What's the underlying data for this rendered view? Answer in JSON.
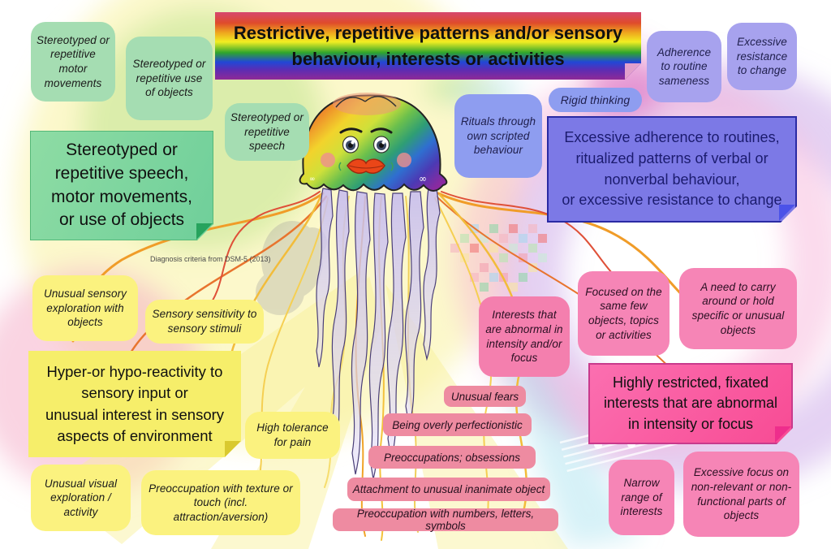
{
  "title": {
    "lines": [
      "Restrictive, repetitive patterns and/or sensory",
      "behaviour, interests or activities"
    ]
  },
  "attribution": "Diagnosis criteria from DSM-5 (2013)",
  "sections": {
    "green": {
      "notes": [
        "Stereotyped or repetitive motor movements",
        "Stereotyped or repetitive use of objects",
        "Stereotyped or repetitive speech"
      ],
      "summary_lines": [
        "Stereotyped or",
        "repetitive speech,",
        "motor movements,",
        "or use of objects"
      ]
    },
    "purple": {
      "notes": [
        "Adherence to routine sameness",
        "Excessive resistance to change",
        "Rigid thinking",
        "Rituals through own scripted behaviour"
      ],
      "summary_lines": [
        "Excessive adherence to routines,",
        "ritualized patterns of verbal or",
        "nonverbal behaviour,",
        "or excessive resistance to change"
      ]
    },
    "yellow": {
      "notes": [
        "Unusual sensory exploration with objects",
        "Sensory sensitivity to sensory stimuli",
        "High tolerance for pain",
        "Unusual visual exploration / activity",
        "Preoccupation with texture or touch (incl. attraction/aversion)"
      ],
      "summary_lines": [
        "Hyper-or hypo-reactivity to",
        "sensory input or",
        "unusual interest in sensory",
        "aspects of environment"
      ]
    },
    "pink": {
      "notes": [
        "Interests that are abnormal in intensity and/or focus",
        "Focused on the same few objects, topics or activities",
        "A need to carry around or hold specific or unusual objects",
        "Narrow range of interests",
        "Excessive focus on non-relevant or non-functional parts of objects"
      ],
      "strips": [
        "Unusual fears",
        "Being overly perfectionistic",
        "Preoccupations; obsessions",
        "Attachment to unusual inanimate object",
        "Preoccupation with numbers, letters, symbols"
      ],
      "summary_lines": [
        "Highly restricted, fixated",
        "interests that are abnormal",
        "in intensity or focus"
      ]
    }
  },
  "jellyfish": {
    "infinity_symbol_left": "∞",
    "infinity_symbol_right": "∞"
  },
  "colors": {
    "green_note": "#a5ddb2",
    "green_box": "#7fd49b",
    "purple_note": "#a7a2ee",
    "blue_note": "#8e9df0",
    "purple_box": "#7c79e6",
    "purple_box_border": "#2a2aa4",
    "purple_box_text": "#1b1b6e",
    "yellow_note": "#fbf27f",
    "yellow_box": "#f6ee6a",
    "pink_note": "#f685b6",
    "pink_strip": "#ee8ba1",
    "pink_box": "#f9559e",
    "pink_box_border": "#c83a8c",
    "rainbow_banner": [
      "#d6476f",
      "#df4b2b",
      "#eea41e",
      "#f2ee22",
      "#2fa62c",
      "#2247d6",
      "#5e2cb2",
      "#8e2a96"
    ]
  }
}
